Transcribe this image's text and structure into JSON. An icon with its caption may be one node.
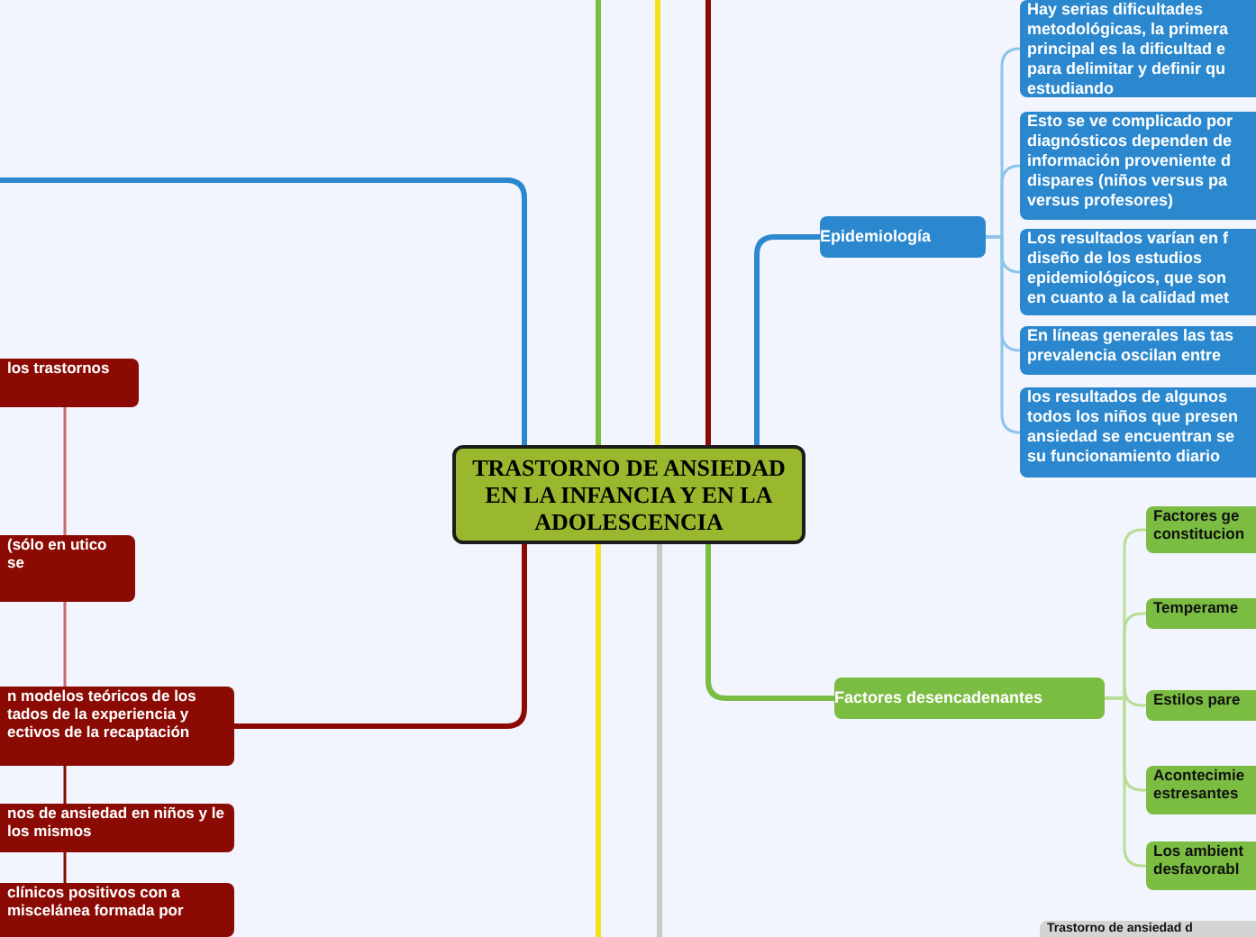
{
  "diagram": {
    "nodes": [
      {
        "text": [
          "TRASTORNO DE ANSIEDAD EN LA INFANCIA Y EN LA ADOLESCENCIA"
        ]
      },
      {
        "text": [
          "Epidemiología"
        ]
      },
      {
        "text": [
          "Hay serias dificultades metodológicas, la primera principal es la dificultad e para delimitar y definir qu estudiando"
        ]
      },
      {
        "text": [
          "Esto se ve complicado por diagnósticos dependen de información proveniente d dispares (niños versus pa versus profesores)"
        ]
      },
      {
        "text": [
          "Los resultados varían en f diseño de los estudios epidemiológicos, que son en cuanto a la calidad met"
        ]
      },
      {
        "text": [
          "En líneas generales las tas prevalencia oscilan entre"
        ]
      },
      {
        "text": [
          "los resultados de algunos todos los niños que presen ansiedad se encuentran se su funcionamiento diario"
        ]
      },
      {
        "text": [
          "Factores desencadenantes"
        ]
      },
      {
        "text": [
          "Factores ge constitucion"
        ]
      },
      {
        "text": [
          "Temperame"
        ]
      },
      {
        "text": [
          "Estilos pare"
        ]
      },
      {
        "text": [
          "Acontecimie estresantes"
        ]
      },
      {
        "text": [
          "Los ambient desfavorabl"
        ]
      },
      {
        "text": [
          "Trastorno de ansiedad d"
        ]
      },
      {
        "text": [
          "los trastornos"
        ]
      },
      {
        "text": [
          "(sólo en utico se"
        ]
      },
      {
        "text": [
          "n modelos teóricos de los tados de la experiencia y ectivos de la recaptación"
        ]
      },
      {
        "text": [
          "nos de ansiedad en niños y le los mismos"
        ]
      },
      {
        "text": [
          "clínicos positivos con a miscelánea formada por"
        ]
      }
    ],
    "edges": [
      {
        "from": 0,
        "to": 1,
        "arrow": "none",
        "style": "thick",
        "color": "#2b88cf"
      },
      {
        "from": 1,
        "to": 2,
        "arrow": "none",
        "color": "#8cc4ea"
      },
      {
        "from": 1,
        "to": 3,
        "arrow": "none",
        "color": "#8cc4ea"
      },
      {
        "from": 1,
        "to": 4,
        "arrow": "none",
        "color": "#8cc4ea"
      },
      {
        "from": 1,
        "to": 5,
        "arrow": "none",
        "color": "#8cc4ea"
      },
      {
        "from": 1,
        "to": 6,
        "arrow": "none",
        "color": "#8cc4ea"
      },
      {
        "from": 0,
        "to": 7,
        "arrow": "none",
        "style": "thick",
        "color": "#7bbd42"
      },
      {
        "from": 7,
        "to": 8,
        "arrow": "none",
        "color": "#b8dd94"
      },
      {
        "from": 7,
        "to": 9,
        "arrow": "none",
        "color": "#b8dd94"
      },
      {
        "from": 7,
        "to": 10,
        "arrow": "none",
        "color": "#b8dd94"
      },
      {
        "from": 7,
        "to": 11,
        "arrow": "none",
        "color": "#b8dd94"
      },
      {
        "from": 7,
        "to": 12,
        "arrow": "none",
        "color": "#b8dd94"
      },
      {
        "from": 0,
        "to": null,
        "arrow": "none",
        "style": "thick",
        "color": "#7bbd42"
      },
      {
        "from": 0,
        "to": null,
        "arrow": "none",
        "style": "thick",
        "color": "#f4e21b"
      },
      {
        "from": 0,
        "to": null,
        "arrow": "none",
        "style": "thick",
        "color": "#8b0b04"
      },
      {
        "from": 0,
        "to": null,
        "arrow": "none",
        "style": "thick",
        "color": "#2b88cf"
      },
      {
        "from": 0,
        "to": null,
        "arrow": "none",
        "style": "thick",
        "color": "#f4e21b"
      },
      {
        "from": 0,
        "to": null,
        "arrow": "none",
        "style": "thick",
        "color": "#c9c9c9"
      },
      {
        "from": 0,
        "to": 16,
        "arrow": "none",
        "style": "thick",
        "color": "#8b0b04"
      },
      {
        "from": 14,
        "to": 15,
        "arrow": "none",
        "color": "#c86a66"
      },
      {
        "from": 15,
        "to": 16,
        "arrow": "none",
        "color": "#c86a66"
      },
      {
        "from": 16,
        "to": 17,
        "arrow": "none",
        "color": "#8b0b04"
      },
      {
        "from": 17,
        "to": 18,
        "arrow": "none",
        "color": "#8b0b04"
      }
    ]
  }
}
